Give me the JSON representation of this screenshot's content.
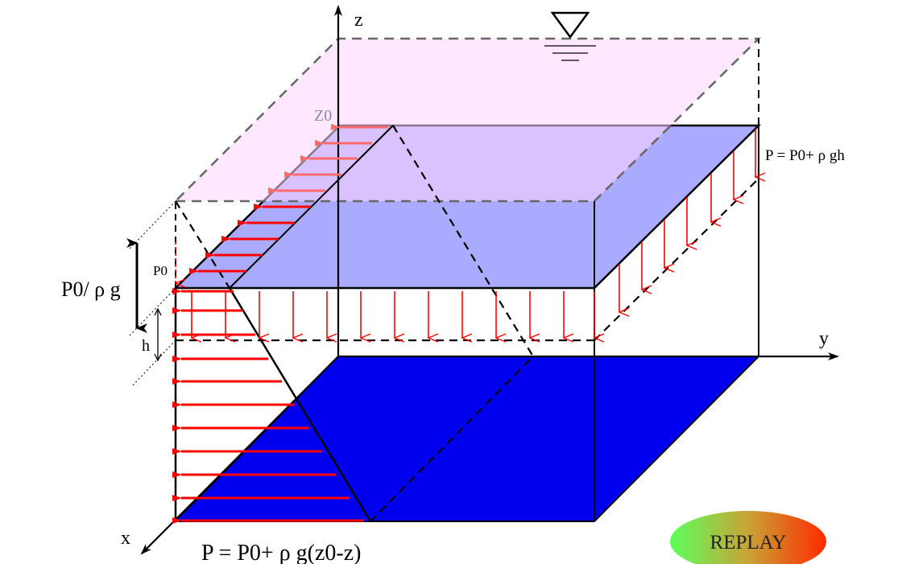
{
  "axes": {
    "z_label": "z",
    "y_label": "y",
    "x_label": "x"
  },
  "labels": {
    "z0": "Z0",
    "p0": "P0",
    "p0_over_rho_g": "P0/ ρ g",
    "h": "h",
    "pressure_right": "P  =  P0+ ρ gh",
    "pressure_bottom": "P  =  P0+ ρ g(z0-z)"
  },
  "replay_button": {
    "label": "REPLAY"
  },
  "colors": {
    "water_top": "#aaaaff",
    "water_top_border": "#000000",
    "bottom": "#0000ee",
    "free_surface": "#ffd6ff",
    "arrow": "#ff0000",
    "arrow_light": "#ff6a6a"
  }
}
